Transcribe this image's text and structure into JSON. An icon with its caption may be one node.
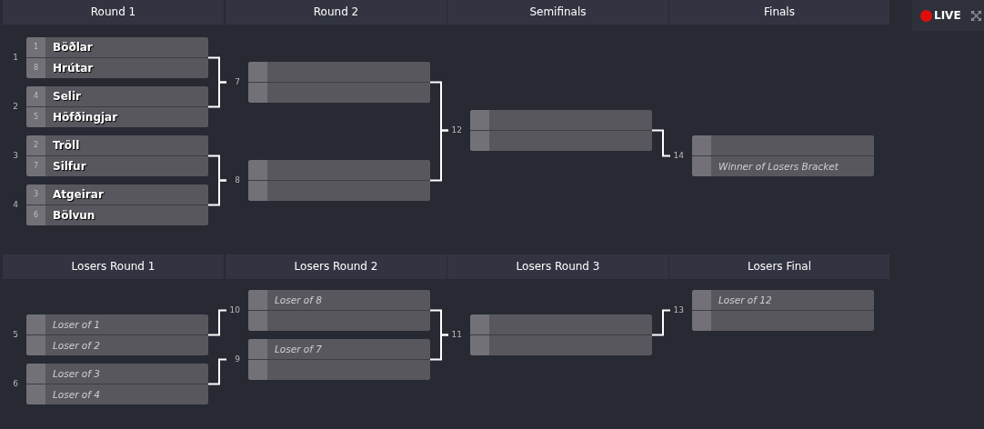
{
  "diagram": {
    "nodes": [
      {
        "text": [],
        "shape": "box",
        "beside": [
          "1"
        ]
      },
      {
        "text": [
          "1",
          "Böðlar"
        ],
        "in": 0
      },
      {
        "text": [
          "8",
          "Hrútar"
        ],
        "in": 0
      },
      {
        "text": [],
        "shape": "box",
        "beside": [
          "2"
        ]
      },
      {
        "text": [
          "4",
          "Selir"
        ],
        "in": 3
      },
      {
        "text": [
          "5",
          "Höfðingjar"
        ],
        "in": 3
      },
      {
        "text": [],
        "shape": "box",
        "beside": [
          "3"
        ]
      },
      {
        "text": [
          "2",
          "Tröll"
        ],
        "in": 6
      },
      {
        "text": [
          "7",
          "Silfur"
        ],
        "in": 6
      },
      {
        "text": [],
        "shape": "box",
        "beside": [
          "4"
        ]
      },
      {
        "text": [
          "3",
          "Atgeirar"
        ],
        "in": 9
      },
      {
        "text": [
          "6",
          "Bölvun"
        ],
        "in": 9
      },
      {
        "text": [],
        "shape": "box",
        "beside": [
          "7"
        ]
      },
      {
        "text": [],
        "shape": "box",
        "in": 12
      },
      {
        "text": [],
        "shape": "box",
        "in": 12
      },
      {
        "text": [],
        "shape": "box",
        "beside": [
          "8"
        ]
      },
      {
        "text": [],
        "shape": "box",
        "in": 15
      },
      {
        "text": [],
        "shape": "box",
        "in": 15
      },
      {
        "text": [],
        "shape": "box",
        "beside": [
          "12"
        ]
      },
      {
        "text": [],
        "shape": "box",
        "in": 18
      },
      {
        "text": [],
        "shape": "box",
        "in": 18
      },
      {
        "text": [],
        "shape": "box",
        "beside": [
          "14"
        ]
      },
      {
        "text": [],
        "shape": "box",
        "in": 21
      },
      {
        "text": [
          "Winner of Losers Bracket"
        ],
        "in": 21
      },
      {
        "text": [],
        "shape": "box",
        "beside": [
          "5"
        ]
      },
      {
        "text": [
          "Loser of 1"
        ],
        "in": 24
      },
      {
        "text": [
          "Loser of 2"
        ],
        "in": 24
      },
      {
        "text": [],
        "shape": "box",
        "beside": [
          "6"
        ]
      },
      {
        "text": [
          "Loser of 3"
        ],
        "in": 27
      },
      {
        "text": [
          "Loser of 4"
        ],
        "in": 27
      },
      {
        "text": [],
        "shape": "box",
        "beside": [
          "10"
        ]
      },
      {
        "text": [
          "Loser of 8"
        ],
        "in": 30
      },
      {
        "text": [],
        "shape": "box",
        "in": 30
      },
      {
        "text": [],
        "shape": "box",
        "beside": [
          "9"
        ]
      },
      {
        "text": [
          "Loser of 7"
        ],
        "in": 33
      },
      {
        "text": [],
        "shape": "box",
        "in": 33
      },
      {
        "text": [],
        "shape": "box",
        "beside": [
          "11"
        ]
      },
      {
        "text": [],
        "shape": "box",
        "in": 36
      },
      {
        "text": [],
        "shape": "box",
        "in": 36
      },
      {
        "text": [],
        "shape": "box",
        "beside": [
          "13"
        ]
      },
      {
        "text": [
          "Loser of 12"
        ],
        "in": 39
      },
      {
        "text": [],
        "shape": "box",
        "in": 39
      }
    ],
    "edges": [
      {
        "from": 0,
        "to": 12,
        "arrow": "none"
      },
      {
        "from": 3,
        "to": 12,
        "arrow": "none"
      },
      {
        "from": 6,
        "to": 15,
        "arrow": "none"
      },
      {
        "from": 9,
        "to": 15,
        "arrow": "none"
      },
      {
        "from": 12,
        "to": 18,
        "arrow": "none"
      },
      {
        "from": 15,
        "to": 18,
        "arrow": "none"
      },
      {
        "from": 18,
        "to": 21,
        "arrow": "none"
      },
      {
        "from": 24,
        "to": 30,
        "arrow": "none"
      },
      {
        "from": 27,
        "to": 33,
        "arrow": "none"
      },
      {
        "from": 30,
        "to": 36,
        "arrow": "none"
      },
      {
        "from": 33,
        "to": 36,
        "arrow": "none"
      },
      {
        "from": 36,
        "to": 39,
        "arrow": "none"
      }
    ],
    "labels": [
      "Round 1",
      "Round 2",
      "Semifinals",
      "Finals",
      "Losers Round 1",
      "Losers Round 2",
      "Losers Round 3",
      "Losers Final",
      "LIVE"
    ]
  }
}
